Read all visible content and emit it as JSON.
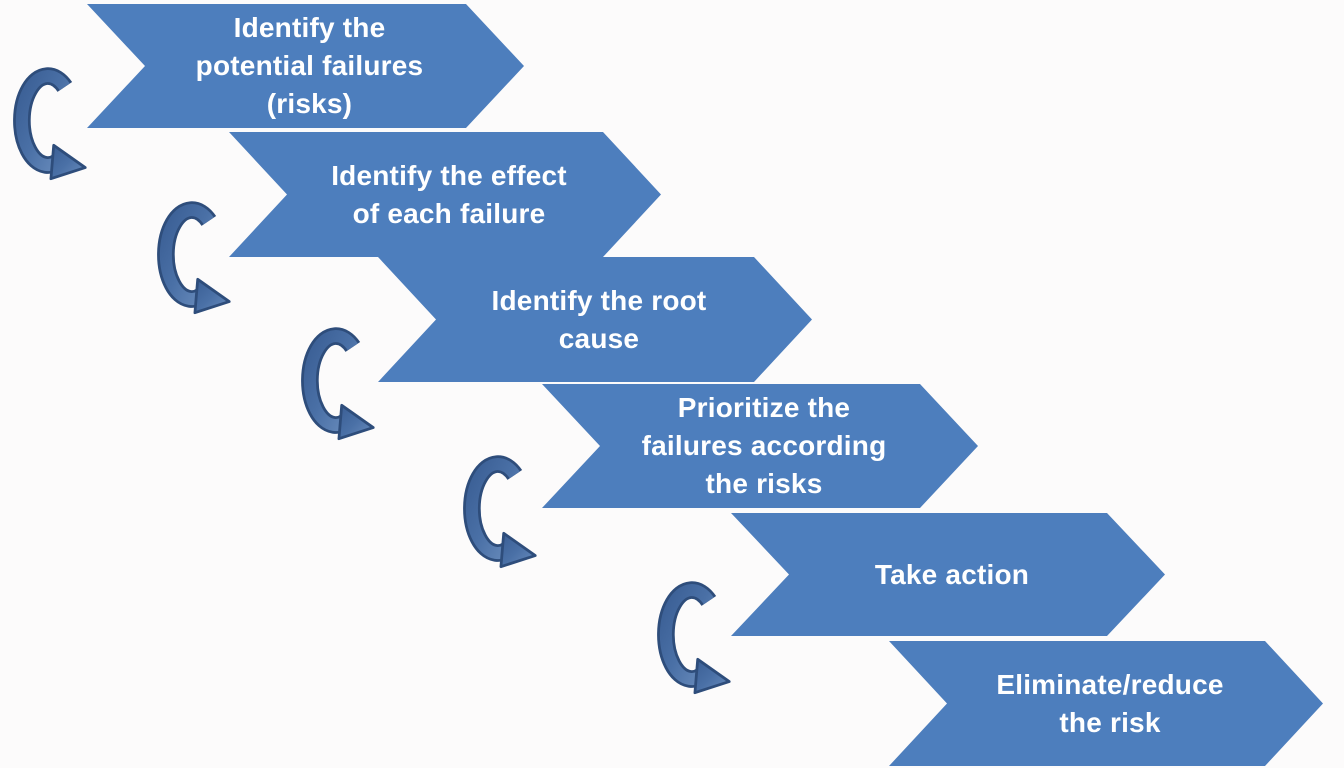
{
  "diagram": {
    "type": "process-flow-staircase",
    "steps": [
      {
        "label": "Identify the\npotential failures\n(risks)"
      },
      {
        "label": "Identify the effect\nof each failure"
      },
      {
        "label": "Identify the root\ncause"
      },
      {
        "label": "Prioritize the\nfailures according\nthe risks"
      },
      {
        "label": "Take action"
      },
      {
        "label": "Eliminate/reduce\nthe risk"
      }
    ],
    "connector_icon": "curved-arrow-icon",
    "connector_count": 5,
    "colors": {
      "chevron_fill": "#4d7ebd",
      "step_text": "#ffffff",
      "curved_arrow_fill": "#4a70a6",
      "curved_arrow_outline": "#2e4d7b",
      "background": "#fcfbfb"
    }
  }
}
